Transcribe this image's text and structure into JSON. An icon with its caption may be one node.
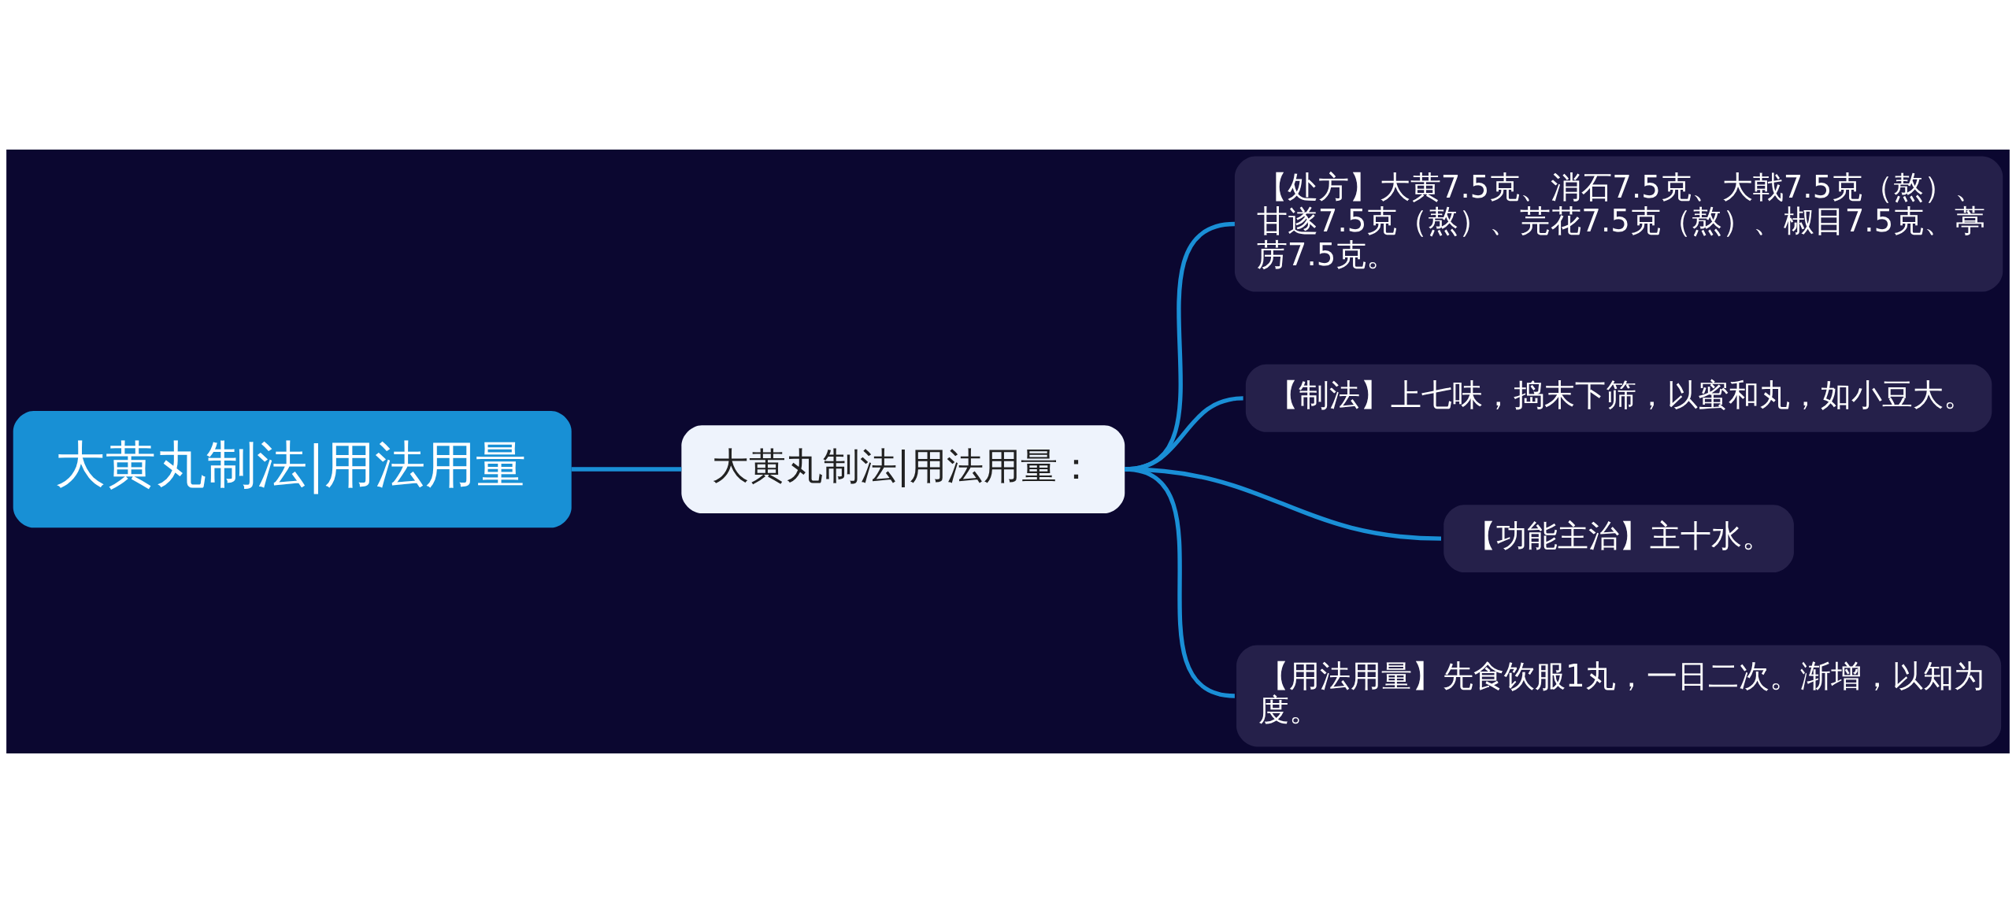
{
  "diagram": {
    "nodes": [
      {
        "text": [
          "大黄丸制法|用法用量"
        ]
      },
      {
        "text": [
          "大黄丸制法|用法用量："
        ]
      },
      {
        "text": [
          "【处方】大黄7.5克、消石7.5克、大戟7.5克（熬）、甘遂7.5克（熬）、芫花7.5克（熬）、椒目7.5克、葶苈7.5克。"
        ]
      },
      {
        "text": [
          "【制法】上七味，捣末下筛，以蜜和丸，如小豆大。"
        ]
      },
      {
        "text": [
          "【功能主治】主十水。"
        ]
      },
      {
        "text": [
          "【用法用量】先食饮服1丸，一日二次。渐增，以知为度。"
        ]
      }
    ],
    "edges": [
      {
        "from": 0,
        "to": 1,
        "arrow": "none"
      },
      {
        "from": 1,
        "to": 2,
        "arrow": "none"
      },
      {
        "from": 1,
        "to": 3,
        "arrow": "none"
      },
      {
        "from": 1,
        "to": 4,
        "arrow": "none"
      },
      {
        "from": 1,
        "to": 5,
        "arrow": "none"
      }
    ]
  }
}
